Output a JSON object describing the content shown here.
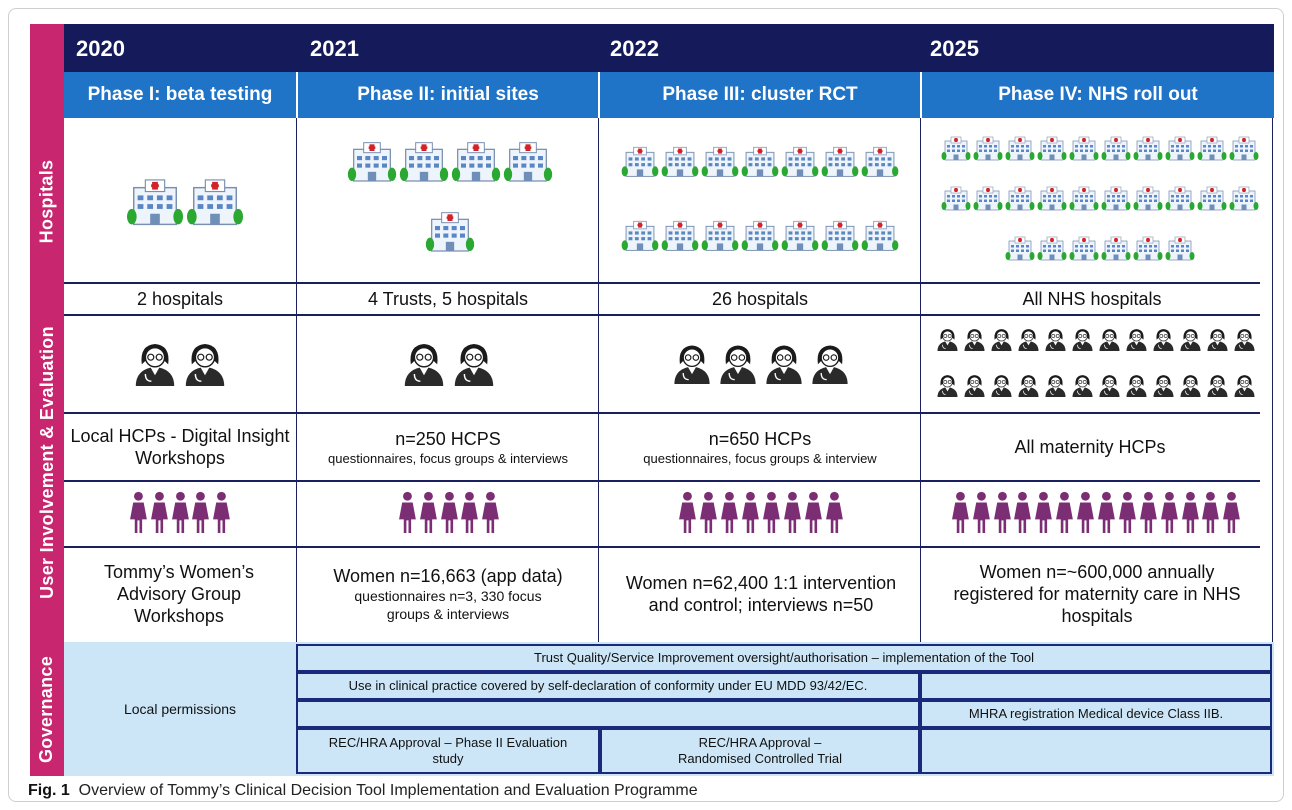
{
  "years": [
    "2020",
    "2021",
    "2022",
    "2025"
  ],
  "phases": [
    "Phase I: beta testing",
    "Phase II: initial sites",
    "Phase III: cluster RCT",
    "Phase IV: NHS roll out"
  ],
  "side_labels": {
    "hospitals": "Hospitals",
    "user": "User Involvement  & Evaluation",
    "governance": "Governance"
  },
  "hospital_counts": [
    "2 hospitals",
    "4 Trusts, 5 hospitals",
    "26 hospitals",
    "All NHS hospitals"
  ],
  "hcps": [
    {
      "main": "Local HCPs - Digital Insight Workshops",
      "sub": ""
    },
    {
      "main": "n=250 HCPS",
      "sub": "questionnaires, focus groups & interviews"
    },
    {
      "main": "n=650 HCPs",
      "sub": "questionnaires, focus groups & interview"
    },
    {
      "main": "All maternity HCPs",
      "sub": ""
    }
  ],
  "women": [
    {
      "main": "Tommy’s Women’s Advisory Group Workshops",
      "sub": ""
    },
    {
      "main": "Women n=16,663 (app data)",
      "sub": "questionnaires n=3, 330 focus groups & interviews"
    },
    {
      "main": "Women n=62,400 1:1 intervention and control; interviews n=50",
      "sub": ""
    },
    {
      "main": "Women n=~600,000 annually registered for maternity care in NHS hospitals",
      "sub": ""
    }
  ],
  "icon_counts": {
    "hospitals": [
      2,
      5,
      14,
      26
    ],
    "hcps": [
      2,
      2,
      4,
      24
    ],
    "women": [
      5,
      5,
      8,
      14
    ]
  },
  "governance": {
    "local": "Local permissions",
    "trust": "Trust Quality/Service Improvement oversight/authorisation – implementation of the Tool",
    "mdd": "Use in clinical practice covered by self-declaration of conformity under EU MDD 93/42/EC.",
    "mhra": "MHRA registration Medical device Class IIB.",
    "rec2": "REC/HRA Approval – Phase II Evaluation study",
    "rec3": "REC/HRA Approval – Randomised Controlled Trial"
  },
  "caption": {
    "label": "Fig. 1",
    "text": "Overview of Tommy’s Clinical Decision Tool Implementation and Evaluation Programme"
  },
  "colors": {
    "magenta": "#c8276f",
    "navy": "#151a5a",
    "blue": "#1f74c8",
    "light_blue": "#cce6f7",
    "purple": "#7b2e73",
    "hospital_red": "#d0232a",
    "tree_green": "#2aa832"
  }
}
